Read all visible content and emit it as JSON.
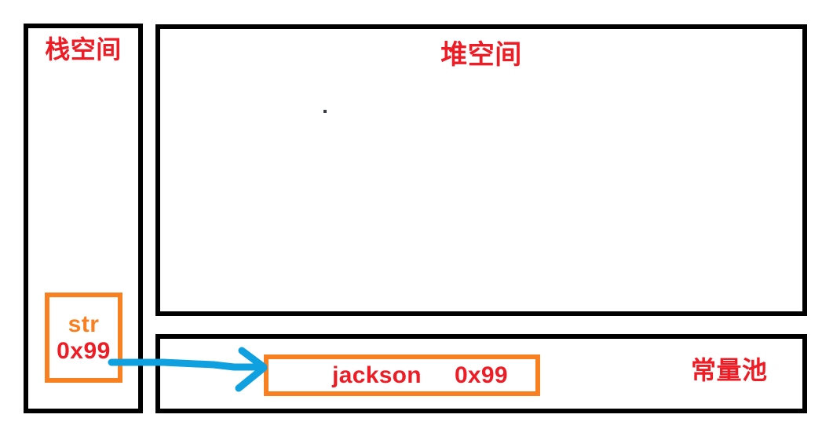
{
  "diagram": {
    "title_stack": "栈空间",
    "title_heap": "堆空间",
    "title_pool": "常量池",
    "stack_variable": {
      "name": "str",
      "address": "0x99"
    },
    "pool_entry": {
      "value": "jackson",
      "address": "0x99"
    },
    "colors": {
      "frame": "#000000",
      "label_red": "#EE1C25",
      "box_orange": "#F98020",
      "arrow_blue": "#0FA0E0",
      "background": "#FFFFFF"
    },
    "arrow": {
      "from": "str-box",
      "to": "jackson-box",
      "style": "hand-drawn-blue-arrow"
    }
  }
}
